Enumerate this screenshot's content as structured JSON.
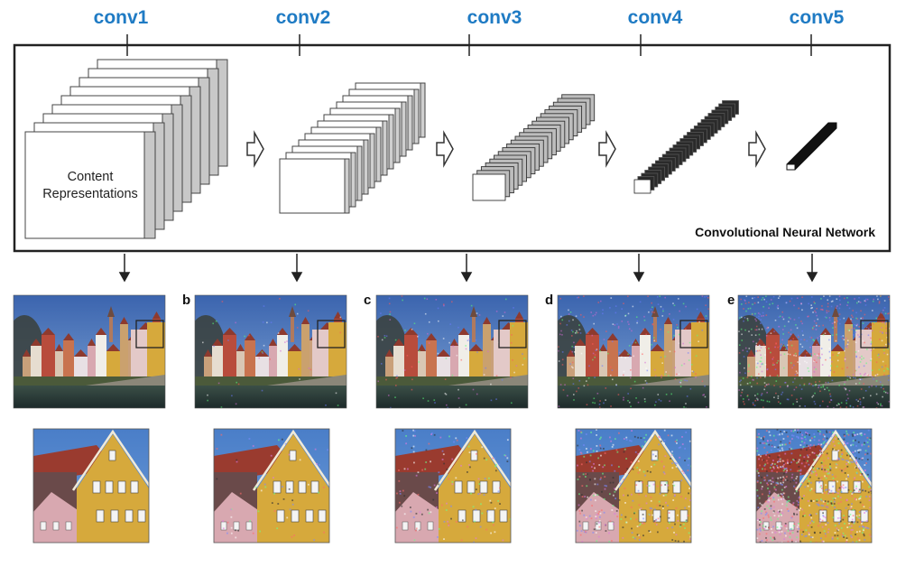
{
  "layers": [
    {
      "label": "conv1"
    },
    {
      "label": "conv2"
    },
    {
      "label": "conv3"
    },
    {
      "label": "conv4"
    },
    {
      "label": "conv5"
    }
  ],
  "network_label": "Convolutional Neural Network",
  "content_label": [
    "Content",
    "Representations"
  ],
  "panel_letters": [
    "b",
    "c",
    "d",
    "e"
  ],
  "colors": {
    "layer_label": "#1f7bc4",
    "frame": "#222222",
    "sky": "#3f6cb4",
    "water": "#2c3d3a",
    "facade_yellow": "#d6a93c",
    "facade_pink": "#d8a8b0",
    "roof_red": "#9a3b2f"
  },
  "reconstruction_noise_levels": [
    0,
    0.05,
    0.12,
    0.3,
    0.75
  ]
}
